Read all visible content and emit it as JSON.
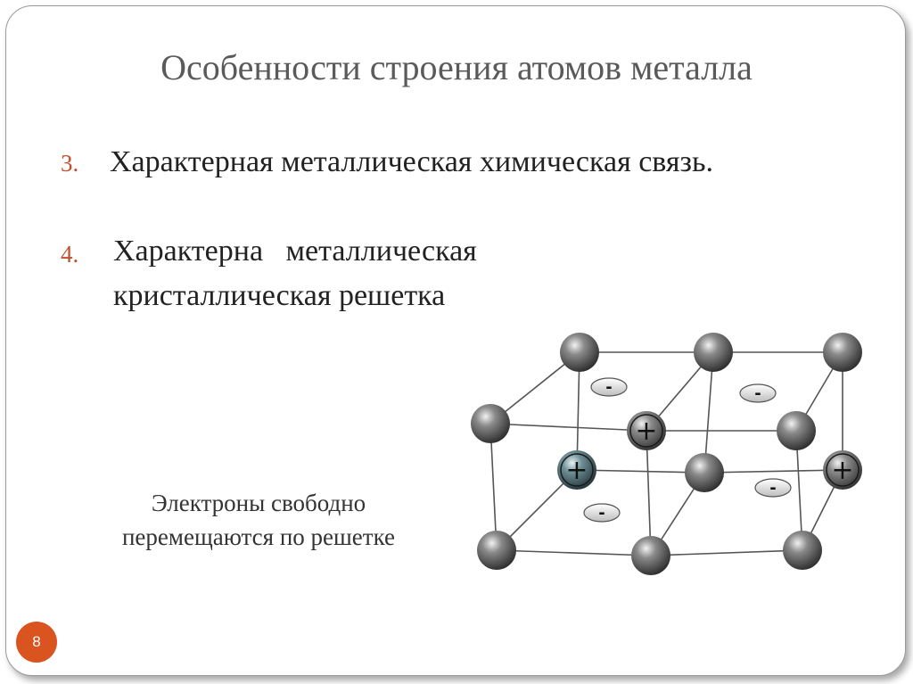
{
  "slide": {
    "title": "Особенности строения атомов металла",
    "items": [
      {
        "number": "3.",
        "text": "Характерная металлическая химическая связь."
      },
      {
        "number": "4.",
        "line1": "Характерна   металлическая",
        "line2": "кристаллическая решетка"
      }
    ],
    "caption": {
      "line1": "Электроны свободно",
      "line2": "перемещаются по решетке"
    },
    "page_number": "8"
  },
  "diagram": {
    "ion_sign": "+",
    "electron_sign": "-",
    "colors": {
      "accent": "#c0502d",
      "badge": "#d9541e",
      "atom": "#3a3a3a",
      "highlighted_ion": "#3d5a63",
      "electron": "#dcdcdc",
      "lines": "#555555"
    },
    "icons": [
      "atom-sphere-icon",
      "positive-ion-icon",
      "electron-icon"
    ]
  }
}
